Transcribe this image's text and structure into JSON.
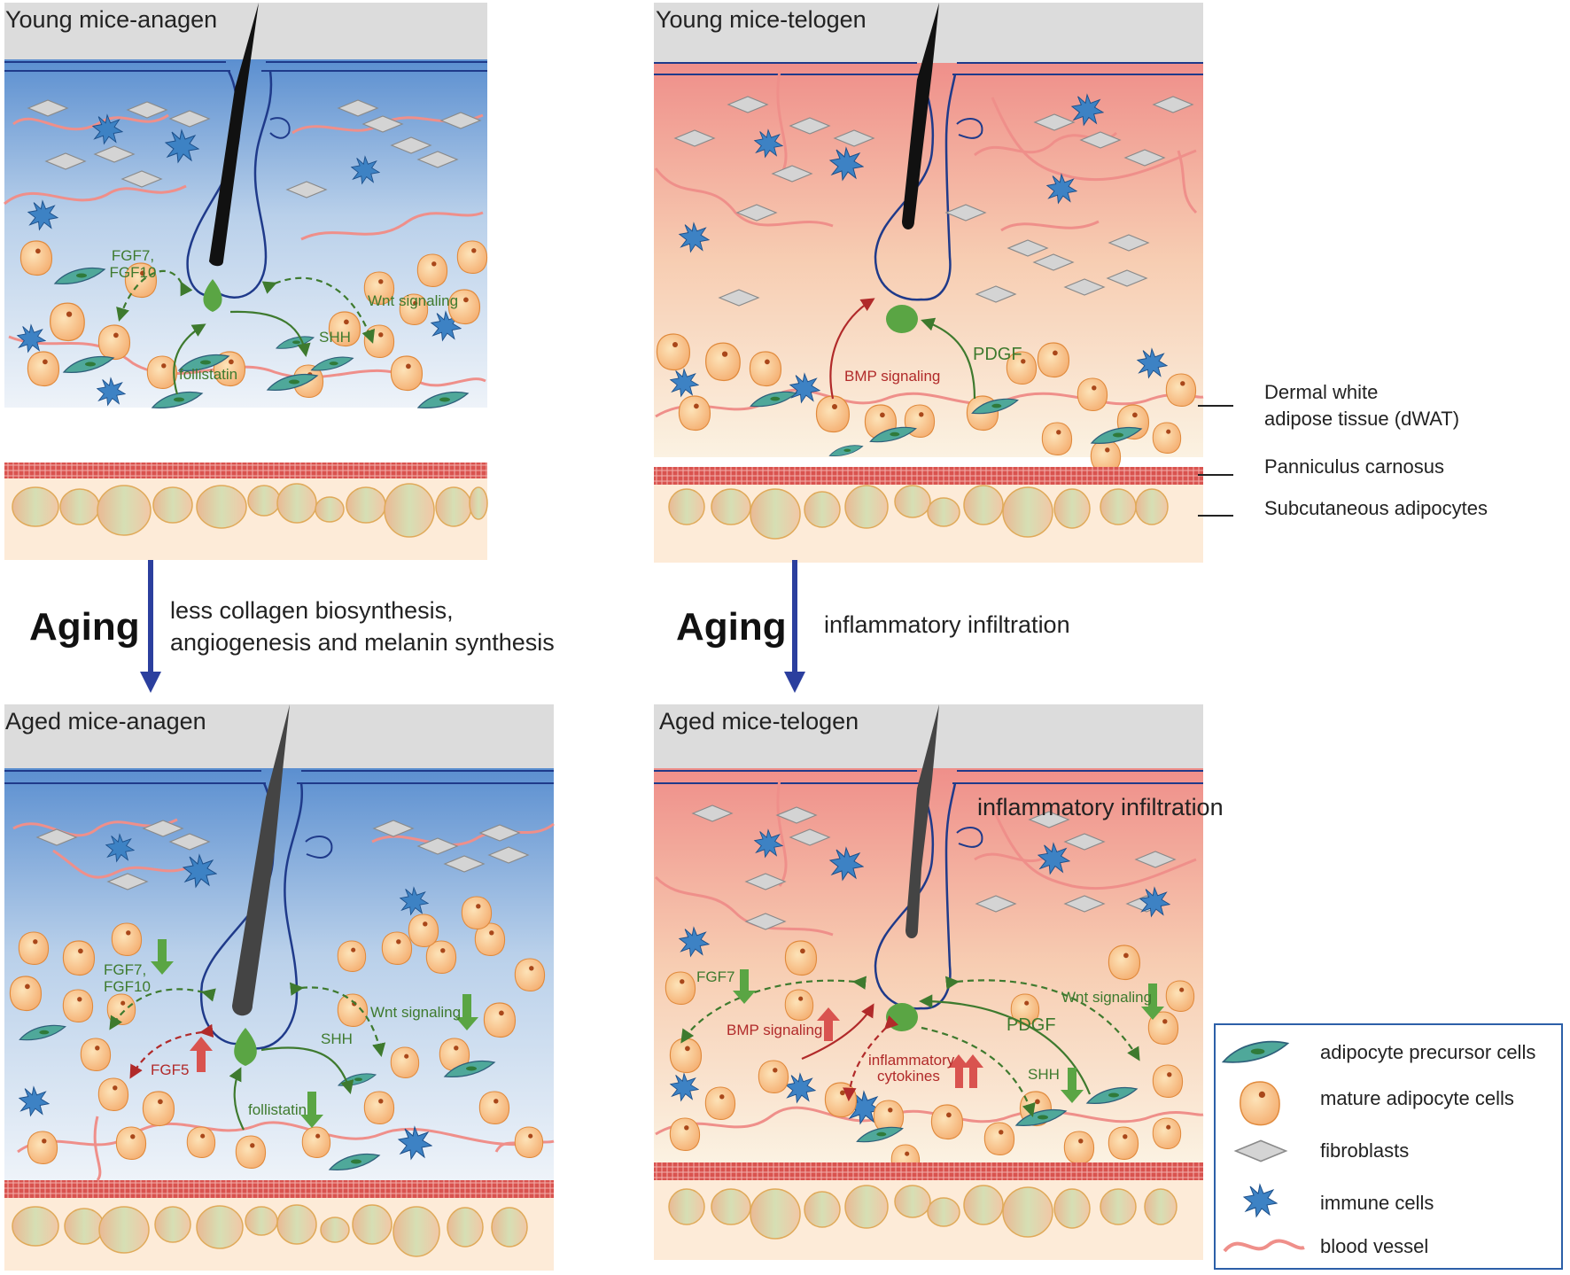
{
  "panels": {
    "young_anagen": {
      "title": "Young mice-anagen",
      "signals": {
        "fgf": [
          "FGF7,",
          "FGF10"
        ],
        "wnt": "Wnt signaling",
        "shh": "SHH",
        "follistatin": "follistatin"
      }
    },
    "young_telogen": {
      "title": "Young mice-telogen",
      "signals": {
        "bmp": "BMP signaling",
        "pdgf": "PDGF"
      }
    },
    "aged_anagen": {
      "title": "Aged mice-anagen",
      "signals": {
        "fgf": [
          "FGF7,",
          "FGF10"
        ],
        "wnt": "Wnt signaling",
        "shh": "SHH",
        "follistatin": "follistatin",
        "fgf5": "FGF5"
      }
    },
    "aged_telogen": {
      "title": "Aged mice-telogen",
      "note": "inflammatory infiltration",
      "signals": {
        "fgf7": "FGF7",
        "bmp": "BMP signaling",
        "cytokines": [
          "inflammatory",
          "cytokines"
        ],
        "wnt": "Wnt signaling",
        "pdgf": "PDGF",
        "shh": "SHH"
      }
    }
  },
  "aging_arrows": {
    "left": {
      "label": "Aging",
      "description": [
        "less collagen biosynthesis,",
        "angiogenesis and melanin synthesis"
      ]
    },
    "right": {
      "label": "Aging",
      "description": [
        "inflammatory infiltration"
      ]
    }
  },
  "layer_labels": [
    "Dermal white",
    "adipose tissue (dWAT)",
    "Panniculus carnosus",
    "Subcutaneous adipocytes"
  ],
  "legend": [
    {
      "icon": "adipocyte-precursor-icon",
      "label": "adipocyte precursor cells"
    },
    {
      "icon": "mature-adipocyte-icon",
      "label": "mature adipocyte cells"
    },
    {
      "icon": "fibroblast-icon",
      "label": "fibroblasts"
    },
    {
      "icon": "immune-cell-icon",
      "label": "immune cells"
    },
    {
      "icon": "blood-vessel-icon",
      "label": "blood vessel"
    }
  ],
  "colors": {
    "anagen_dermis_top": "#5b8fd0",
    "telogen_dermis_top": "#ef8f8a",
    "signal_green": "#3e7a2e",
    "signal_red": "#b12a2a",
    "aging_arrow": "#2b3f9e",
    "hair_follicle_outline": "#1f3a8a"
  }
}
